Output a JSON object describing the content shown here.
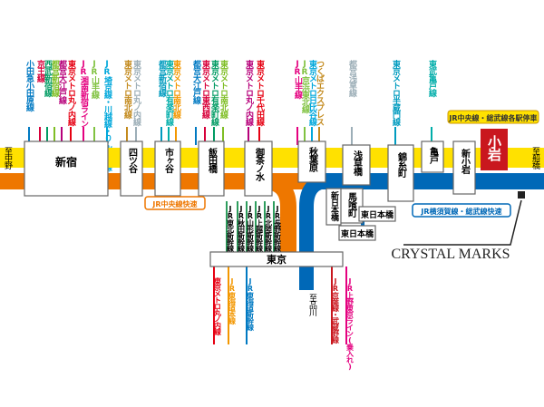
{
  "stations": {
    "shinjuku": "新宿",
    "yotsuya": "四ツ谷",
    "ichigaya": "市ヶ谷",
    "iidabashi": "飯田橋",
    "ochanomizu": "御茶ノ水",
    "akihabara": "秋葉原",
    "asakusabashi": "浅草橋",
    "kinshicho": "錦糸町",
    "kameido": "亀戸",
    "shinkoiwa": "新小岩",
    "koiwa": "小岩",
    "tokyo": "東京",
    "shin_nihombashi": "新日本橋",
    "bakurocho": "馬喰町",
    "higashi_nihombashi": "東日本橋",
    "to_nakano": "至中野",
    "to_funabashi": "至船橋",
    "to_shinagawa": "至品川"
  },
  "badges": {
    "chuo_rapid": "JR中央線快速",
    "sobu_rapid": "JR横須賀線・総武線快速",
    "local_stop": "JR中央線・総武線各駅停車"
  },
  "brand": "CRYSTAL MARKS",
  "top_lines": {
    "shinjuku": [
      "小田急小田原線",
      "京王線",
      "西武新宿線",
      "都営新宿線",
      "都営大江戸線",
      "東京メトロ丸ノ内線",
      "JR湘南新宿ライン",
      "JR山手線",
      "JR埼京線・川越線・りんかい線"
    ],
    "yotsuya": [
      "東京メトロ南北線",
      "東京メトロ丸ノ内線"
    ],
    "ichigaya": [
      "都営新宿線",
      "東京メトロ有楽町線",
      "東京メトロ南北線"
    ],
    "iidabashi": [
      "都営大江戸線",
      "東京メトロ東西線",
      "東京メトロ有楽町線",
      "東京メトロ南北線"
    ],
    "ochanomizu": [
      "東京メトロ丸ノ内線",
      "東京メトロ千代田線"
    ],
    "akihabara": [
      "JR山手線",
      "JR京浜東北線",
      "東京メトロ日比谷線",
      "つくばエクスプレス"
    ],
    "asakusabashi": [
      "都営浅草線"
    ],
    "kinshicho": [
      "東京メトロ半蔵門線"
    ],
    "kameido": [
      "東武亀戸線"
    ]
  },
  "tokyo_upper": [
    "JR東北新幹線",
    "JR秋田新幹線",
    "JR山形新幹線",
    "JR上越新幹線",
    "JR北陸新幹線",
    "JR長野新幹線"
  ],
  "tokyo_lower": [
    "東京メトロ丸ノ内線",
    "JR東海道本線",
    "JR東海道新幹線",
    "JR京葉線・武蔵野線",
    "JR上野東京ライン(乗入れ)"
  ],
  "colors": {
    "yellow": "#ffe100",
    "orange": "#ee7700",
    "blue": "#0068b7",
    "koiwa_red": "#c9171e",
    "frame": "#666666"
  }
}
